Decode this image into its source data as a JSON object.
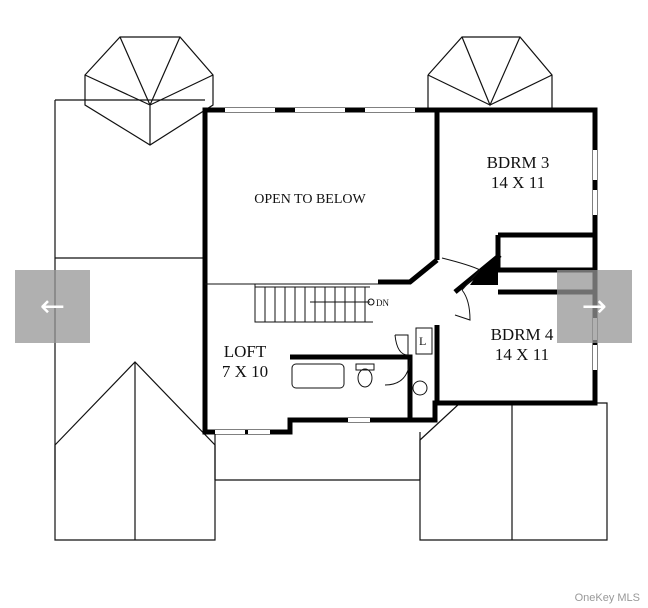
{
  "carousel": {
    "prev_icon": "arrow-left-icon",
    "next_icon": "arrow-right-icon",
    "prev_glyph": "←",
    "next_glyph": "→"
  },
  "floorplan": {
    "open_to_below": "OPEN TO BELOW",
    "bdrm3": {
      "name": "BDRM 3",
      "size": "14 X 11"
    },
    "bdrm4": {
      "name": "BDRM 4",
      "size": "14 X 11"
    },
    "loft": {
      "name": "LOFT",
      "size": "7 X 10"
    },
    "stairs": "DN",
    "linen": "L"
  },
  "watermark": "OneKey MLS"
}
